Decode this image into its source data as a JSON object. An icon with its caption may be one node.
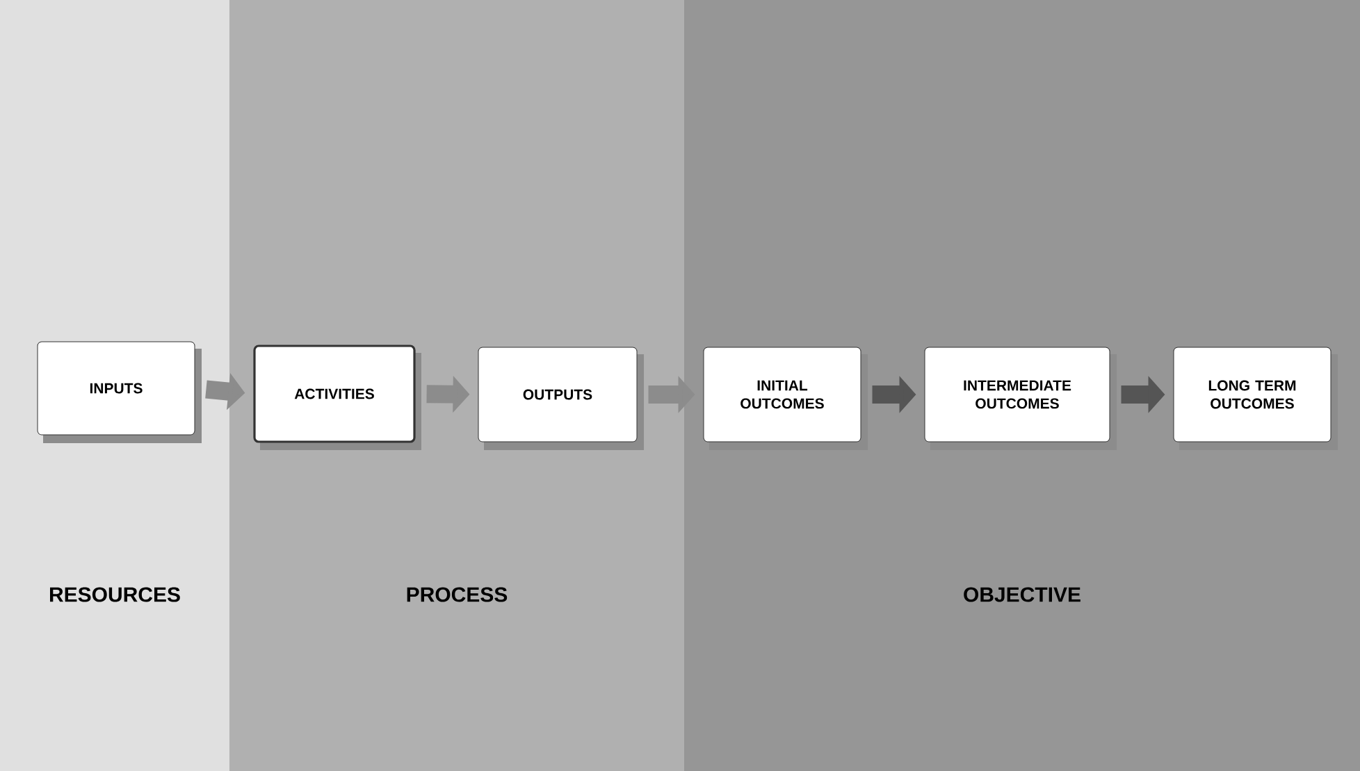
{
  "diagram": {
    "nodes": [
      {
        "text": [
          "RESOURCES"
        ]
      },
      {
        "text": [
          "INPUTS"
        ],
        "in": 0
      },
      {
        "text": [
          "PROCESS"
        ]
      },
      {
        "text": [
          "ACTIVITIES"
        ],
        "in": 2
      },
      {
        "text": [
          "OUTPUTS"
        ],
        "in": 2
      },
      {
        "text": [
          "OBJECTIVE"
        ]
      },
      {
        "text": [
          "INITIAL OUTCOMES"
        ],
        "in": 5
      },
      {
        "text": [
          "INTERMEDIATE OUTCOMES"
        ],
        "in": 5
      },
      {
        "text": [
          "LONG TERM OUTCOMES"
        ],
        "in": 5
      }
    ],
    "edges": [
      {
        "from": 1,
        "to": 3,
        "arrow": "to"
      },
      {
        "from": 3,
        "to": 4,
        "arrow": "to"
      },
      {
        "from": 4,
        "to": 6,
        "arrow": "to"
      },
      {
        "from": 6,
        "to": 7,
        "arrow": "to",
        "color": "#555555"
      },
      {
        "from": 7,
        "to": 8,
        "arrow": "to",
        "color": "#555555"
      }
    ]
  }
}
